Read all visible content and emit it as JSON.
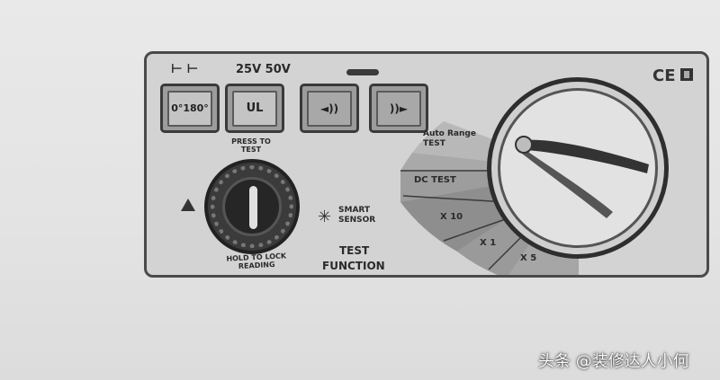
{
  "panel": {
    "top_labels": {
      "symbols": "⊢ ⊢",
      "voltage": "25V 50V"
    },
    "buttons": [
      {
        "label": "0°180°",
        "icon": "phase-angle"
      },
      {
        "label": "UL",
        "icon": ""
      },
      {
        "label": "◄))",
        "icon": "arrow-left-icon"
      },
      {
        "label": "))►",
        "icon": "arrow-right-icon"
      }
    ],
    "knob": {
      "top_text": "PRESS TO TEST",
      "bottom_text": "HOLD TO LOCK READING"
    },
    "brand": {
      "line1": "SMART",
      "line2": "SENSOR"
    },
    "function_label": {
      "line1": "TEST",
      "line2": "FUNCTION"
    },
    "dial_labels": {
      "auto_range": "Auto Range",
      "test": "TEST",
      "dc_test": "DC TEST",
      "x10": "X 10",
      "x1": "X 1",
      "x5": "X 5"
    },
    "cert": "CE"
  },
  "watermark": "头条 @装修达人小何",
  "colors": {
    "panel": "#d3d3d3",
    "border": "#4a4a4a",
    "fan": "#8f8f8f",
    "knob": "#262626"
  }
}
